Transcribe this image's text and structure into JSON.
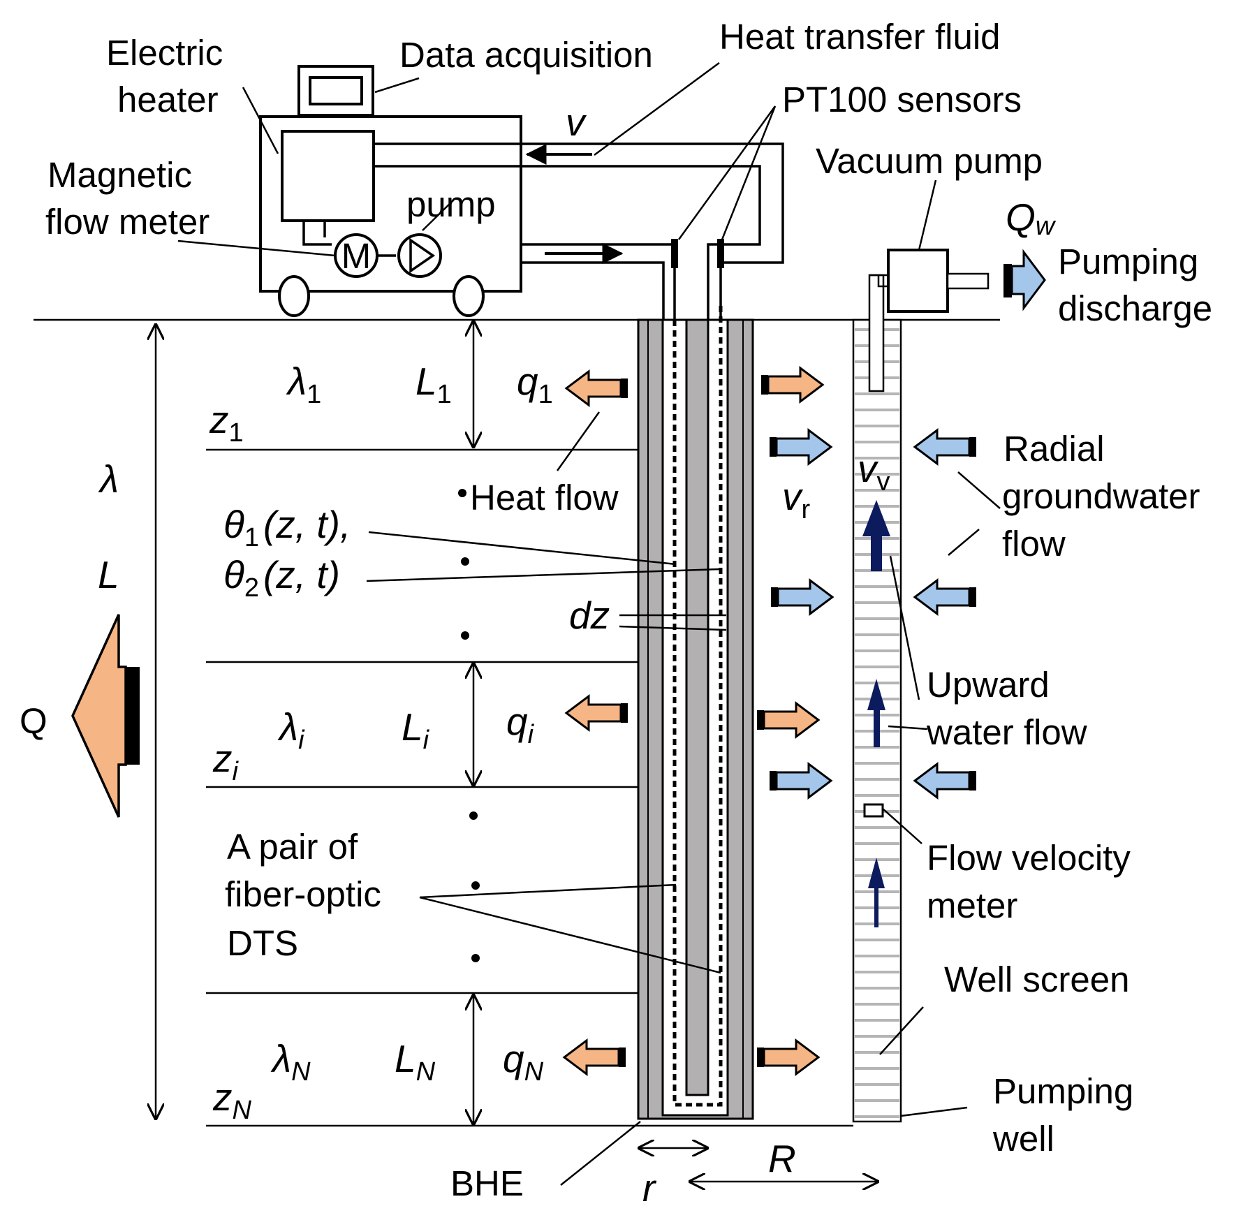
{
  "colors": {
    "heat_arrow": "#f5b584",
    "water_arrow": "#a3c6ea",
    "upward_arrow": "#0c1a5e",
    "bhe_grout": "#b2b0b0",
    "well_screen_stripe": "#b5b5b5"
  },
  "labels": {
    "electric_heater_line1": "Electric",
    "electric_heater_line2": "heater",
    "data_acquisition": "Data acquisition",
    "heat_transfer_fluid": "Heat transfer fluid",
    "pt100_sensors": "PT100 sensors",
    "magnetic_flow_meter_line1": "Magnetic",
    "magnetic_flow_meter_line2": "flow meter",
    "pump": "pump",
    "vacuum_pump": "Vacuum pump",
    "pumping_discharge_line1": "Pumping",
    "pumping_discharge_line2": "discharge",
    "heat_flow": "Heat flow",
    "radial_gw_line1": "Radial",
    "radial_gw_line2": "groundwater",
    "radial_gw_line3": "flow",
    "upward_line1": "Upward",
    "upward_line2": "water flow",
    "fvm_line1": "Flow velocity",
    "fvm_line2": "meter",
    "well_screen": "Well screen",
    "pumping_well_line1": "Pumping",
    "pumping_well_line2": "well",
    "dts_line1": "A pair of",
    "dts_line2": "fiber-optic",
    "dts_line3": "DTS",
    "bhe": "BHE"
  },
  "symbols": {
    "v": "v",
    "Qw_main": "Q",
    "Qw_sub": "w",
    "lambda": "λ",
    "L": "L",
    "Q": "Q",
    "lambda1_main": "λ",
    "lambda1_sub": "1",
    "L1_main": "L",
    "L1_sub": "1",
    "q1_main": "q",
    "q1_sub": "1",
    "z1_main": "z",
    "z1_sub": "1",
    "lambdai_main": "λ",
    "lambdai_sub": "i",
    "Li_main": "L",
    "Li_sub": "i",
    "qi_main": "q",
    "qi_sub": "i",
    "zi_main": "z",
    "zi_sub": "i",
    "lambdaN_main": "λ",
    "lambdaN_sub": "N",
    "LN_main": "L",
    "LN_sub": "N",
    "qN_main": "q",
    "qN_sub": "N",
    "zN_main": "z",
    "zN_sub": "N",
    "vr_main": "v",
    "vr_sub": "r",
    "vv_main": "v",
    "vv_sub": "v",
    "theta1_main": "θ",
    "theta1_sub": "1",
    "theta1_args": "(z, t),",
    "theta2_main": "θ",
    "theta2_sub": "2",
    "theta2_args": "(z, t)",
    "dz": "dz",
    "r": "r",
    "R": "R",
    "meter_M": "M"
  }
}
